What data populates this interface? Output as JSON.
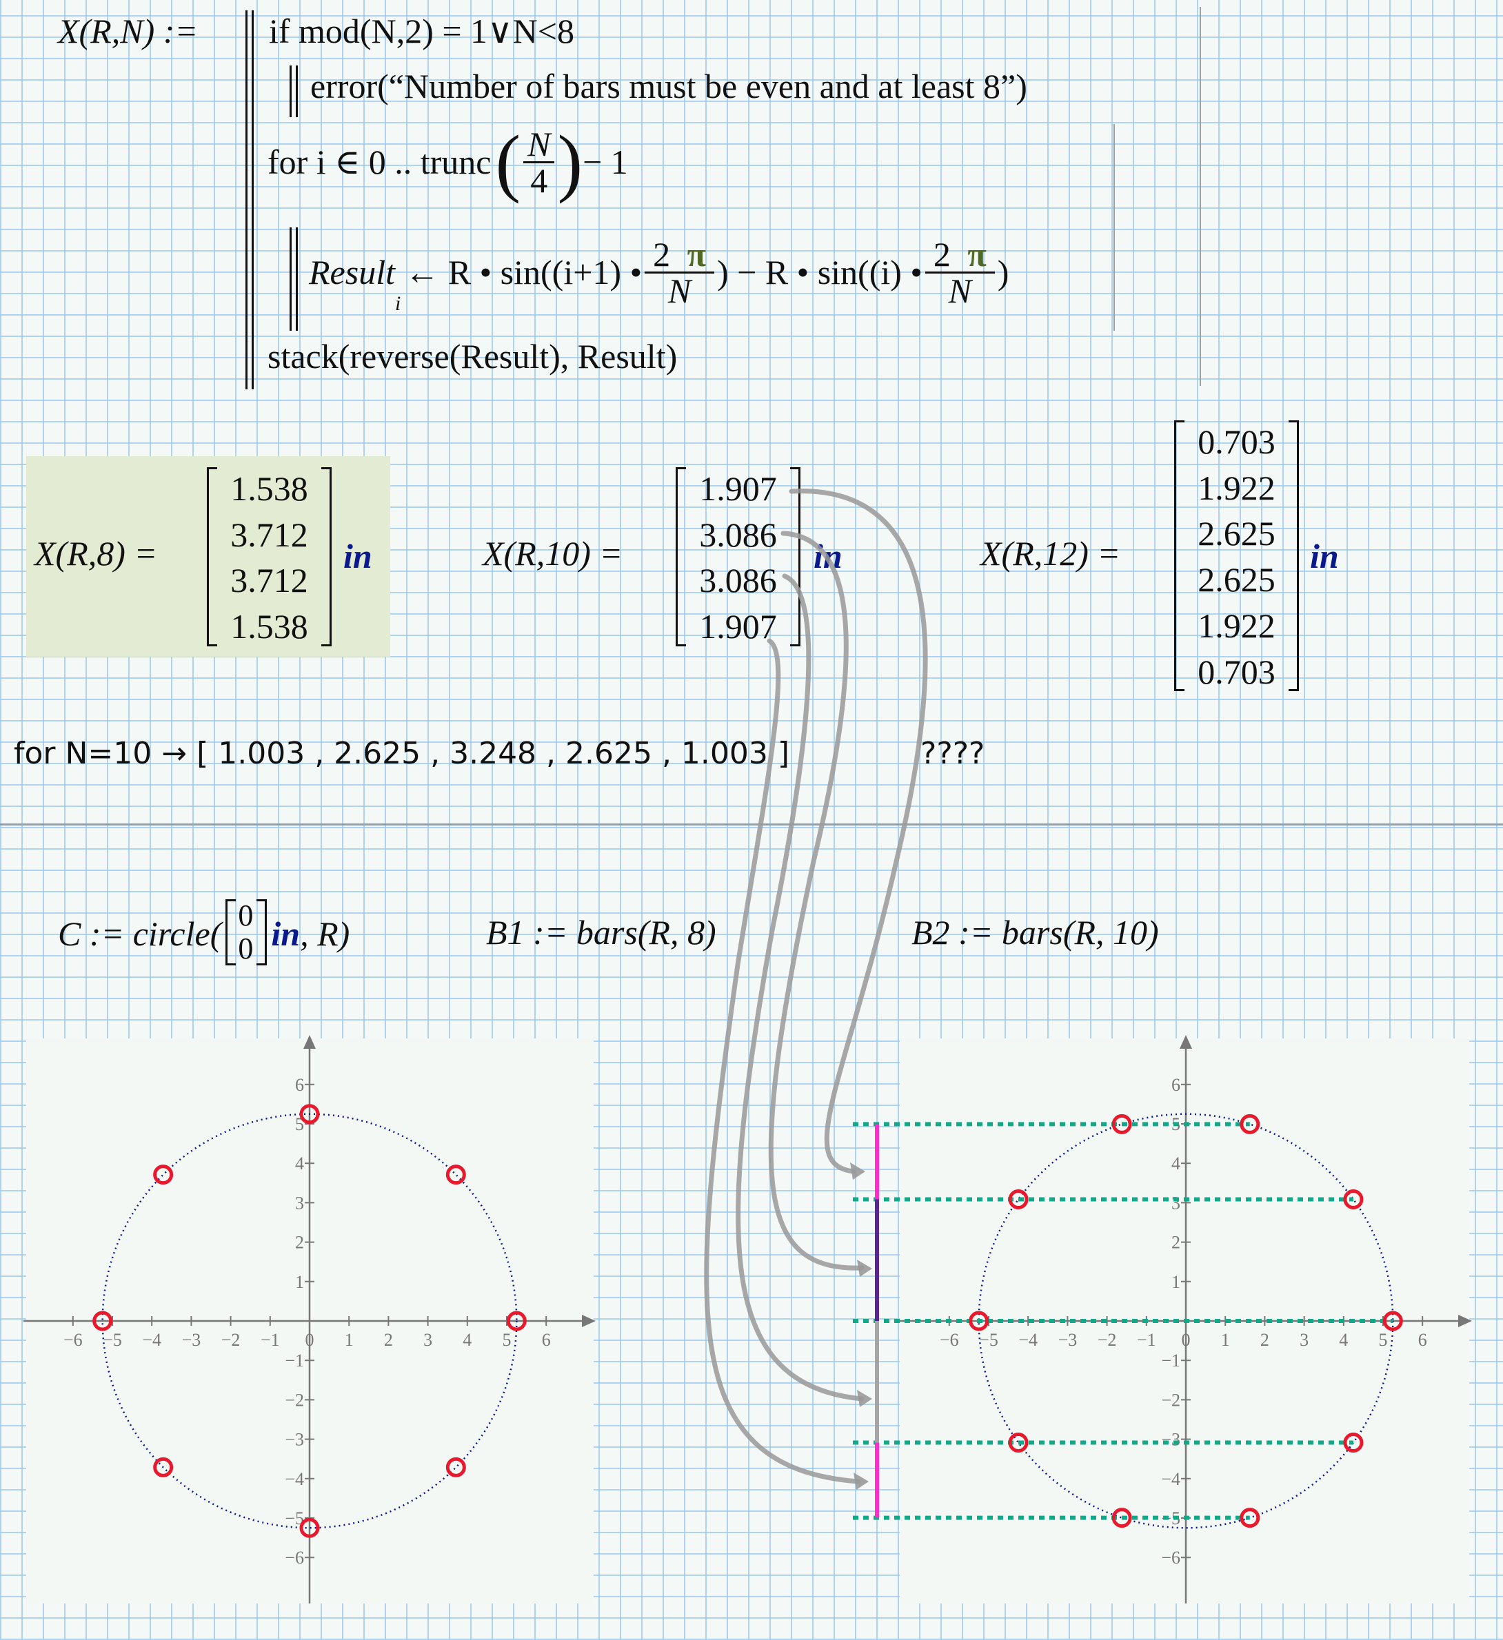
{
  "program": {
    "lhs": "X(R,N) :=",
    "line_if": "if mod(N,2) = 1∨N<8",
    "line_error": "error(“Number of bars must be even and at least 8”)",
    "line_for_prefix": "for i ∈ 0 .. trunc",
    "line_for_num": "N",
    "line_for_den": "4",
    "line_for_suffix": "− 1",
    "line_result_lhs": "Result",
    "line_result_sub": "i",
    "line_result_a": "← R • sin((i+1) •",
    "line_result_b": ") − R • sin((i) •",
    "line_result_c": ")",
    "frac_num": "2",
    "frac_pi": "π",
    "frac_den": "N",
    "line_stack": "stack(reverse(Result), Result)"
  },
  "results": [
    {
      "label": "X(R,8) =",
      "values": [
        "1.538",
        "3.712",
        "3.712",
        "1.538"
      ],
      "unit": "in",
      "highlight": "#e3ebd3"
    },
    {
      "label": "X(R,10) =",
      "values": [
        "1.907",
        "3.086",
        "3.086",
        "1.907"
      ],
      "unit": "in"
    },
    {
      "label": "X(R,12) =",
      "values": [
        "0.703",
        "1.922",
        "2.625",
        "2.625",
        "1.922",
        "0.703"
      ],
      "unit": "in"
    }
  ],
  "note": {
    "text": "for N=10 → [  1.003 , 2.625 , 3.248 , 2.625 , 1.003 ]",
    "question": "????"
  },
  "definitions": {
    "circle_prefix": "C := circle(",
    "circle_vec": [
      "0",
      "0"
    ],
    "circle_unit": "in",
    "circle_suffix": ", R)",
    "b1": "B1 := bars(R, 8)",
    "b2": "B2 := bars(R, 10)"
  },
  "plots": [
    {
      "points_n": 8,
      "radius": 5.25,
      "x_ticks": [
        -6,
        -5,
        -4,
        -3,
        -2,
        -1,
        0,
        1,
        2,
        3,
        4,
        5,
        6
      ],
      "y_ticks": [
        -6,
        -5,
        -4,
        -3,
        -2,
        -1,
        0,
        1,
        2,
        3,
        4,
        5,
        6
      ]
    },
    {
      "points_n": 10,
      "radius": 5.25,
      "x_ticks": [
        -6,
        -5,
        -4,
        -3,
        -2,
        -1,
        0,
        1,
        2,
        3,
        4,
        5,
        6
      ],
      "y_ticks": [
        -6,
        -5,
        -4,
        -3,
        -2,
        -1,
        0,
        1,
        2,
        3,
        4,
        5,
        6
      ]
    }
  ],
  "bar_segments": [
    {
      "from": 4.99,
      "to": 3.086,
      "color": "#ff2ec8"
    },
    {
      "from": 3.086,
      "to": 0,
      "color": "#5a2590"
    },
    {
      "from": 0,
      "to": -3.086,
      "color": "#a6a6a6"
    },
    {
      "from": -3.086,
      "to": -4.99,
      "color": "#ff2ec8"
    }
  ],
  "colors": {
    "circle": "#0a1a8c",
    "points": "#e8192c",
    "guides": "#14a88a",
    "axis": "#777777",
    "arrows": "#999999"
  }
}
